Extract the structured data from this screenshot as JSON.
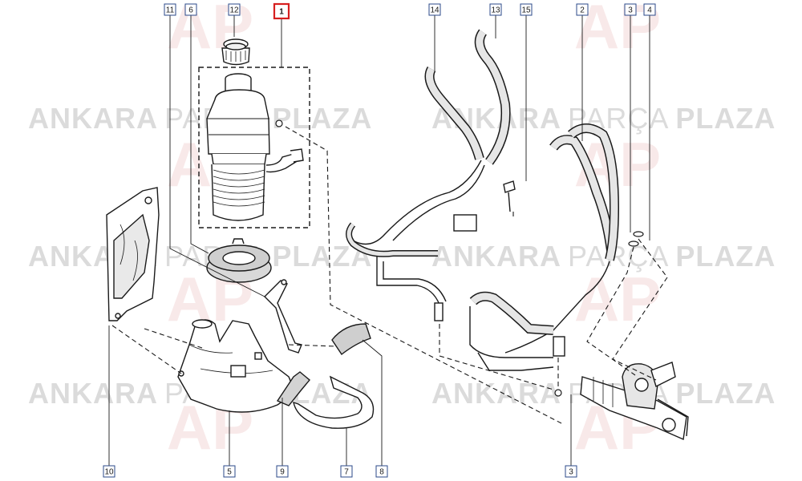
{
  "watermark": {
    "word_a": "ANKARA",
    "word_b": "PARÇA",
    "word_c": "PLAZA",
    "logo_text": "AP",
    "logo_color": "#e4a6a6",
    "text_color": "#c9c9c9"
  },
  "callouts": [
    {
      "id": "c11",
      "label": "11",
      "highlighted": false
    },
    {
      "id": "c6",
      "label": "6",
      "highlighted": false
    },
    {
      "id": "c12",
      "label": "12",
      "highlighted": false
    },
    {
      "id": "c1",
      "label": "1",
      "highlighted": true
    },
    {
      "id": "c14",
      "label": "14",
      "highlighted": false
    },
    {
      "id": "c13",
      "label": "13",
      "highlighted": false
    },
    {
      "id": "c15",
      "label": "15",
      "highlighted": false
    },
    {
      "id": "c2",
      "label": "2",
      "highlighted": false
    },
    {
      "id": "c3t",
      "label": "3",
      "highlighted": false
    },
    {
      "id": "c4",
      "label": "4",
      "highlighted": false
    },
    {
      "id": "c10",
      "label": "10",
      "highlighted": false
    },
    {
      "id": "c5",
      "label": "5",
      "highlighted": false
    },
    {
      "id": "c9",
      "label": "9",
      "highlighted": false
    },
    {
      "id": "c7",
      "label": "7",
      "highlighted": false
    },
    {
      "id": "c8",
      "label": "8",
      "highlighted": false
    },
    {
      "id": "c3b",
      "label": "3",
      "highlighted": false
    }
  ],
  "colors": {
    "callout_border": "#2b4a8a",
    "callout_highlight": "#d61f1f",
    "line": "#1a1a1a"
  }
}
